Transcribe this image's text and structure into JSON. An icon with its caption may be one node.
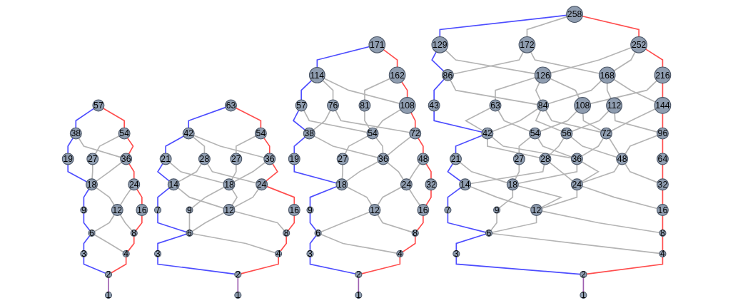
{
  "diagram": {
    "nodes": [
      {
        "text": [
          "1"
        ]
      },
      {
        "text": [
          "2"
        ]
      },
      {
        "text": [
          "3"
        ]
      },
      {
        "text": [
          "4"
        ]
      },
      {
        "text": [
          "6"
        ]
      },
      {
        "text": [
          "8"
        ]
      },
      {
        "text": [
          "9"
        ]
      },
      {
        "text": [
          "12"
        ]
      },
      {
        "text": [
          "16"
        ]
      },
      {
        "text": [
          "18"
        ]
      },
      {
        "text": [
          "19"
        ]
      },
      {
        "text": [
          "24"
        ]
      },
      {
        "text": [
          "27"
        ]
      },
      {
        "text": [
          "36"
        ]
      },
      {
        "text": [
          "38"
        ]
      },
      {
        "text": [
          "54"
        ]
      },
      {
        "text": [
          "57"
        ]
      },
      {
        "text": [
          "1"
        ]
      },
      {
        "text": [
          "2"
        ]
      },
      {
        "text": [
          "3"
        ]
      },
      {
        "text": [
          "4"
        ]
      },
      {
        "text": [
          "6"
        ]
      },
      {
        "text": [
          "7"
        ]
      },
      {
        "text": [
          "8"
        ]
      },
      {
        "text": [
          "9"
        ]
      },
      {
        "text": [
          "12"
        ]
      },
      {
        "text": [
          "14"
        ]
      },
      {
        "text": [
          "16"
        ]
      },
      {
        "text": [
          "18"
        ]
      },
      {
        "text": [
          "21"
        ]
      },
      {
        "text": [
          "24"
        ]
      },
      {
        "text": [
          "27"
        ]
      },
      {
        "text": [
          "28"
        ]
      },
      {
        "text": [
          "36"
        ]
      },
      {
        "text": [
          "42"
        ]
      },
      {
        "text": [
          "54"
        ]
      },
      {
        "text": [
          "63"
        ]
      },
      {
        "text": [
          "1"
        ]
      },
      {
        "text": [
          "2"
        ]
      },
      {
        "text": [
          "3"
        ]
      },
      {
        "text": [
          "4"
        ]
      },
      {
        "text": [
          "6"
        ]
      },
      {
        "text": [
          "8"
        ]
      },
      {
        "text": [
          "9"
        ]
      },
      {
        "text": [
          "12"
        ]
      },
      {
        "text": [
          "16"
        ]
      },
      {
        "text": [
          "18"
        ]
      },
      {
        "text": [
          "19"
        ]
      },
      {
        "text": [
          "24"
        ]
      },
      {
        "text": [
          "27"
        ]
      },
      {
        "text": [
          "32"
        ]
      },
      {
        "text": [
          "36"
        ]
      },
      {
        "text": [
          "38"
        ]
      },
      {
        "text": [
          "48"
        ]
      },
      {
        "text": [
          "54"
        ]
      },
      {
        "text": [
          "57"
        ]
      },
      {
        "text": [
          "72"
        ]
      },
      {
        "text": [
          "76"
        ]
      },
      {
        "text": [
          "81"
        ]
      },
      {
        "text": [
          "108"
        ]
      },
      {
        "text": [
          "114"
        ]
      },
      {
        "text": [
          "162"
        ]
      },
      {
        "text": [
          "171"
        ]
      },
      {
        "text": [
          "1"
        ]
      },
      {
        "text": [
          "2"
        ]
      },
      {
        "text": [
          "3"
        ]
      },
      {
        "text": [
          "4"
        ]
      },
      {
        "text": [
          "6"
        ]
      },
      {
        "text": [
          "7"
        ]
      },
      {
        "text": [
          "8"
        ]
      },
      {
        "text": [
          "9"
        ]
      },
      {
        "text": [
          "12"
        ]
      },
      {
        "text": [
          "14"
        ]
      },
      {
        "text": [
          "16"
        ]
      },
      {
        "text": [
          "18"
        ]
      },
      {
        "text": [
          "21"
        ]
      },
      {
        "text": [
          "24"
        ]
      },
      {
        "text": [
          "27"
        ]
      },
      {
        "text": [
          "28"
        ]
      },
      {
        "text": [
          "32"
        ]
      },
      {
        "text": [
          "36"
        ]
      },
      {
        "text": [
          "42"
        ]
      },
      {
        "text": [
          "43"
        ]
      },
      {
        "text": [
          "48"
        ]
      },
      {
        "text": [
          "54"
        ]
      },
      {
        "text": [
          "56"
        ]
      },
      {
        "text": [
          "63"
        ]
      },
      {
        "text": [
          "64"
        ]
      },
      {
        "text": [
          "72"
        ]
      },
      {
        "text": [
          "84"
        ]
      },
      {
        "text": [
          "86"
        ]
      },
      {
        "text": [
          "96"
        ]
      },
      {
        "text": [
          "108"
        ]
      },
      {
        "text": [
          "112"
        ]
      },
      {
        "text": [
          "126"
        ]
      },
      {
        "text": [
          "129"
        ]
      },
      {
        "text": [
          "144"
        ]
      },
      {
        "text": [
          "168"
        ]
      },
      {
        "text": [
          "172"
        ]
      },
      {
        "text": [
          "216"
        ]
      },
      {
        "text": [
          "252"
        ]
      },
      {
        "text": [
          "258"
        ]
      }
    ],
    "edges": [
      {
        "from": 0,
        "to": 1,
        "arrow": "none",
        "color": "#9e5fb0"
      },
      {
        "from": 1,
        "to": 2,
        "arrow": "none",
        "color": "#4d4dff"
      },
      {
        "from": 1,
        "to": 3,
        "arrow": "none",
        "color": "#ff4d4d"
      },
      {
        "from": 2,
        "to": 4,
        "arrow": "none",
        "color": "#4d4dff"
      },
      {
        "from": 3,
        "to": 4,
        "arrow": "none"
      },
      {
        "from": 3,
        "to": 5,
        "arrow": "none",
        "color": "#ff4d4d"
      },
      {
        "from": 4,
        "to": 6,
        "arrow": "none",
        "color": "#4d4dff"
      },
      {
        "from": 4,
        "to": 7,
        "arrow": "none"
      },
      {
        "from": 5,
        "to": 7,
        "arrow": "none"
      },
      {
        "from": 5,
        "to": 8,
        "arrow": "none",
        "color": "#ff4d4d"
      },
      {
        "from": 6,
        "to": 9,
        "arrow": "none",
        "color": "#4d4dff"
      },
      {
        "from": 7,
        "to": 9,
        "arrow": "none"
      },
      {
        "from": 7,
        "to": 11,
        "arrow": "none"
      },
      {
        "from": 8,
        "to": 11,
        "arrow": "none",
        "color": "#ff4d4d"
      },
      {
        "from": 9,
        "to": 10,
        "arrow": "none",
        "color": "#4d4dff"
      },
      {
        "from": 9,
        "to": 12,
        "arrow": "none"
      },
      {
        "from": 9,
        "to": 13,
        "arrow": "none"
      },
      {
        "from": 10,
        "to": 14,
        "arrow": "none",
        "color": "#4d4dff"
      },
      {
        "from": 11,
        "to": 13,
        "arrow": "none",
        "color": "#ff4d4d"
      },
      {
        "from": 12,
        "to": 15,
        "arrow": "none"
      },
      {
        "from": 13,
        "to": 14,
        "arrow": "none"
      },
      {
        "from": 13,
        "to": 15,
        "arrow": "none",
        "color": "#ff4d4d"
      },
      {
        "from": 14,
        "to": 16,
        "arrow": "none",
        "color": "#4d4dff"
      },
      {
        "from": 15,
        "to": 16,
        "arrow": "none",
        "color": "#ff4d4d"
      },
      {
        "from": 17,
        "to": 18,
        "arrow": "none",
        "color": "#9e5fb0"
      },
      {
        "from": 18,
        "to": 19,
        "arrow": "none",
        "color": "#4d4dff"
      },
      {
        "from": 18,
        "to": 20,
        "arrow": "none",
        "color": "#ff4d4d"
      },
      {
        "from": 19,
        "to": 21,
        "arrow": "none",
        "color": "#4d4dff"
      },
      {
        "from": 20,
        "to": 23,
        "arrow": "none",
        "color": "#ff4d4d"
      },
      {
        "from": 20,
        "to": 21,
        "arrow": "none"
      },
      {
        "from": 21,
        "to": 25,
        "arrow": "none"
      },
      {
        "from": 21,
        "to": 24,
        "arrow": "none"
      },
      {
        "from": 21,
        "to": 22,
        "arrow": "none",
        "color": "#4d4dff"
      },
      {
        "from": 22,
        "to": 26,
        "arrow": "none",
        "color": "#4d4dff"
      },
      {
        "from": 23,
        "to": 27,
        "arrow": "none",
        "color": "#ff4d4d"
      },
      {
        "from": 23,
        "to": 25,
        "arrow": "none"
      },
      {
        "from": 24,
        "to": 28,
        "arrow": "none"
      },
      {
        "from": 25,
        "to": 30,
        "arrow": "none"
      },
      {
        "from": 25,
        "to": 28,
        "arrow": "none"
      },
      {
        "from": 25,
        "to": 26,
        "arrow": "none"
      },
      {
        "from": 26,
        "to": 32,
        "arrow": "none"
      },
      {
        "from": 26,
        "to": 29,
        "arrow": "none",
        "color": "#4d4dff"
      },
      {
        "from": 27,
        "to": 30,
        "arrow": "none",
        "color": "#ff4d4d"
      },
      {
        "from": 28,
        "to": 33,
        "arrow": "none"
      },
      {
        "from": 28,
        "to": 31,
        "arrow": "none"
      },
      {
        "from": 28,
        "to": 29,
        "arrow": "none"
      },
      {
        "from": 29,
        "to": 34,
        "arrow": "none",
        "color": "#4d4dff"
      },
      {
        "from": 30,
        "to": 33,
        "arrow": "none",
        "color": "#ff4d4d"
      },
      {
        "from": 30,
        "to": 32,
        "arrow": "none"
      },
      {
        "from": 31,
        "to": 35,
        "arrow": "none"
      },
      {
        "from": 32,
        "to": 34,
        "arrow": "none"
      },
      {
        "from": 33,
        "to": 35,
        "arrow": "none",
        "color": "#ff4d4d"
      },
      {
        "from": 33,
        "to": 34,
        "arrow": "none"
      },
      {
        "from": 34,
        "to": 36,
        "arrow": "none",
        "color": "#4d4dff"
      },
      {
        "from": 35,
        "to": 36,
        "arrow": "none",
        "color": "#ff4d4d"
      },
      {
        "from": 37,
        "to": 38,
        "arrow": "none",
        "color": "#9e5fb0"
      },
      {
        "from": 38,
        "to": 39,
        "arrow": "none",
        "color": "#4d4dff"
      },
      {
        "from": 38,
        "to": 40,
        "arrow": "none",
        "color": "#ff4d4d"
      },
      {
        "from": 39,
        "to": 41,
        "arrow": "none",
        "color": "#4d4dff"
      },
      {
        "from": 40,
        "to": 42,
        "arrow": "none",
        "color": "#ff4d4d"
      },
      {
        "from": 40,
        "to": 41,
        "arrow": "none"
      },
      {
        "from": 41,
        "to": 44,
        "arrow": "none"
      },
      {
        "from": 41,
        "to": 43,
        "arrow": "none",
        "color": "#4d4dff"
      },
      {
        "from": 42,
        "to": 45,
        "arrow": "none",
        "color": "#ff4d4d"
      },
      {
        "from": 42,
        "to": 44,
        "arrow": "none"
      },
      {
        "from": 43,
        "to": 46,
        "arrow": "none",
        "color": "#4d4dff"
      },
      {
        "from": 44,
        "to": 48,
        "arrow": "none"
      },
      {
        "from": 44,
        "to": 46,
        "arrow": "none"
      },
      {
        "from": 45,
        "to": 50,
        "arrow": "none",
        "color": "#ff4d4d"
      },
      {
        "from": 45,
        "to": 48,
        "arrow": "none"
      },
      {
        "from": 46,
        "to": 51,
        "arrow": "none"
      },
      {
        "from": 46,
        "to": 49,
        "arrow": "none"
      },
      {
        "from": 46,
        "to": 47,
        "arrow": "none",
        "color": "#4d4dff"
      },
      {
        "from": 47,
        "to": 52,
        "arrow": "none",
        "color": "#4d4dff"
      },
      {
        "from": 48,
        "to": 53,
        "arrow": "none"
      },
      {
        "from": 48,
        "to": 51,
        "arrow": "none"
      },
      {
        "from": 49,
        "to": 54,
        "arrow": "none"
      },
      {
        "from": 50,
        "to": 53,
        "arrow": "none",
        "color": "#ff4d4d"
      },
      {
        "from": 51,
        "to": 56,
        "arrow": "none"
      },
      {
        "from": 51,
        "to": 54,
        "arrow": "none"
      },
      {
        "from": 51,
        "to": 52,
        "arrow": "none"
      },
      {
        "from": 52,
        "to": 57,
        "arrow": "none"
      },
      {
        "from": 52,
        "to": 55,
        "arrow": "none",
        "color": "#4d4dff"
      },
      {
        "from": 53,
        "to": 56,
        "arrow": "none",
        "color": "#ff4d4d"
      },
      {
        "from": 54,
        "to": 59,
        "arrow": "none"
      },
      {
        "from": 54,
        "to": 58,
        "arrow": "none"
      },
      {
        "from": 54,
        "to": 55,
        "arrow": "none"
      },
      {
        "from": 55,
        "to": 60,
        "arrow": "none",
        "color": "#4d4dff"
      },
      {
        "from": 56,
        "to": 59,
        "arrow": "none",
        "color": "#ff4d4d"
      },
      {
        "from": 56,
        "to": 57,
        "arrow": "none"
      },
      {
        "from": 57,
        "to": 60,
        "arrow": "none"
      },
      {
        "from": 58,
        "to": 61,
        "arrow": "none"
      },
      {
        "from": 59,
        "to": 61,
        "arrow": "none",
        "color": "#ff4d4d"
      },
      {
        "from": 59,
        "to": 60,
        "arrow": "none"
      },
      {
        "from": 60,
        "to": 62,
        "arrow": "none",
        "color": "#4d4dff"
      },
      {
        "from": 61,
        "to": 62,
        "arrow": "none",
        "color": "#ff4d4d"
      },
      {
        "from": 63,
        "to": 64,
        "arrow": "none",
        "color": "#9e5fb0"
      },
      {
        "from": 64,
        "to": 65,
        "arrow": "none",
        "color": "#4d4dff"
      },
      {
        "from": 64,
        "to": 66,
        "arrow": "none",
        "color": "#ff4d4d"
      },
      {
        "from": 65,
        "to": 67,
        "arrow": "none",
        "color": "#4d4dff"
      },
      {
        "from": 66,
        "to": 69,
        "arrow": "none",
        "color": "#ff4d4d"
      },
      {
        "from": 66,
        "to": 67,
        "arrow": "none"
      },
      {
        "from": 67,
        "to": 71,
        "arrow": "none"
      },
      {
        "from": 67,
        "to": 70,
        "arrow": "none"
      },
      {
        "from": 67,
        "to": 68,
        "arrow": "none",
        "color": "#4d4dff"
      },
      {
        "from": 68,
        "to": 72,
        "arrow": "none",
        "color": "#4d4dff"
      },
      {
        "from": 69,
        "to": 73,
        "arrow": "none",
        "color": "#ff4d4d"
      },
      {
        "from": 69,
        "to": 71,
        "arrow": "none"
      },
      {
        "from": 70,
        "to": 74,
        "arrow": "none"
      },
      {
        "from": 71,
        "to": 76,
        "arrow": "none"
      },
      {
        "from": 71,
        "to": 74,
        "arrow": "none"
      },
      {
        "from": 71,
        "to": 72,
        "arrow": "none"
      },
      {
        "from": 72,
        "to": 78,
        "arrow": "none"
      },
      {
        "from": 72,
        "to": 75,
        "arrow": "none",
        "color": "#4d4dff"
      },
      {
        "from": 73,
        "to": 79,
        "arrow": "none",
        "color": "#ff4d4d"
      },
      {
        "from": 73,
        "to": 76,
        "arrow": "none"
      },
      {
        "from": 74,
        "to": 80,
        "arrow": "none"
      },
      {
        "from": 74,
        "to": 77,
        "arrow": "none"
      },
      {
        "from": 74,
        "to": 75,
        "arrow": "none"
      },
      {
        "from": 75,
        "to": 81,
        "arrow": "none",
        "color": "#4d4dff"
      },
      {
        "from": 76,
        "to": 83,
        "arrow": "none"
      },
      {
        "from": 76,
        "to": 80,
        "arrow": "none"
      },
      {
        "from": 76,
        "to": 78,
        "arrow": "none"
      },
      {
        "from": 77,
        "to": 84,
        "arrow": "none"
      },
      {
        "from": 78,
        "to": 85,
        "arrow": "none"
      },
      {
        "from": 78,
        "to": 81,
        "arrow": "none"
      },
      {
        "from": 79,
        "to": 87,
        "arrow": "none",
        "color": "#ff4d4d"
      },
      {
        "from": 79,
        "to": 83,
        "arrow": "none"
      },
      {
        "from": 80,
        "to": 88,
        "arrow": "none"
      },
      {
        "from": 80,
        "to": 84,
        "arrow": "none"
      },
      {
        "from": 80,
        "to": 81,
        "arrow": "none"
      },
      {
        "from": 81,
        "to": 89,
        "arrow": "none"
      },
      {
        "from": 81,
        "to": 86,
        "arrow": "none"
      },
      {
        "from": 81,
        "to": 82,
        "arrow": "none",
        "color": "#4d4dff"
      },
      {
        "from": 82,
        "to": 90,
        "arrow": "none",
        "color": "#4d4dff"
      },
      {
        "from": 83,
        "to": 91,
        "arrow": "none"
      },
      {
        "from": 83,
        "to": 88,
        "arrow": "none"
      },
      {
        "from": 83,
        "to": 85,
        "arrow": "none"
      },
      {
        "from": 84,
        "to": 92,
        "arrow": "none"
      },
      {
        "from": 84,
        "to": 86,
        "arrow": "none"
      },
      {
        "from": 85,
        "to": 93,
        "arrow": "none"
      },
      {
        "from": 85,
        "to": 89,
        "arrow": "none"
      },
      {
        "from": 86,
        "to": 94,
        "arrow": "none"
      },
      {
        "from": 87,
        "to": 91,
        "arrow": "none",
        "color": "#ff4d4d"
      },
      {
        "from": 88,
        "to": 96,
        "arrow": "none"
      },
      {
        "from": 88,
        "to": 92,
        "arrow": "none"
      },
      {
        "from": 88,
        "to": 89,
        "arrow": "none"
      },
      {
        "from": 89,
        "to": 97,
        "arrow": "none"
      },
      {
        "from": 89,
        "to": 94,
        "arrow": "none"
      },
      {
        "from": 89,
        "to": 90,
        "arrow": "none"
      },
      {
        "from": 90,
        "to": 98,
        "arrow": "none"
      },
      {
        "from": 90,
        "to": 95,
        "arrow": "none",
        "color": "#4d4dff"
      },
      {
        "from": 91,
        "to": 96,
        "arrow": "none",
        "color": "#ff4d4d"
      },
      {
        "from": 91,
        "to": 93,
        "arrow": "none"
      },
      {
        "from": 92,
        "to": 99,
        "arrow": "none"
      },
      {
        "from": 92,
        "to": 94,
        "arrow": "none"
      },
      {
        "from": 93,
        "to": 97,
        "arrow": "none"
      },
      {
        "from": 94,
        "to": 100,
        "arrow": "none"
      },
      {
        "from": 94,
        "to": 95,
        "arrow": "none"
      },
      {
        "from": 95,
        "to": 101,
        "arrow": "none",
        "color": "#4d4dff"
      },
      {
        "from": 96,
        "to": 99,
        "arrow": "none",
        "color": "#ff4d4d"
      },
      {
        "from": 96,
        "to": 97,
        "arrow": "none"
      },
      {
        "from": 97,
        "to": 100,
        "arrow": "none"
      },
      {
        "from": 97,
        "to": 98,
        "arrow": "none"
      },
      {
        "from": 98,
        "to": 101,
        "arrow": "none"
      },
      {
        "from": 99,
        "to": 100,
        "arrow": "none",
        "color": "#ff4d4d"
      },
      {
        "from": 100,
        "to": 101,
        "arrow": "none",
        "color": "#ff4d4d"
      }
    ]
  }
}
